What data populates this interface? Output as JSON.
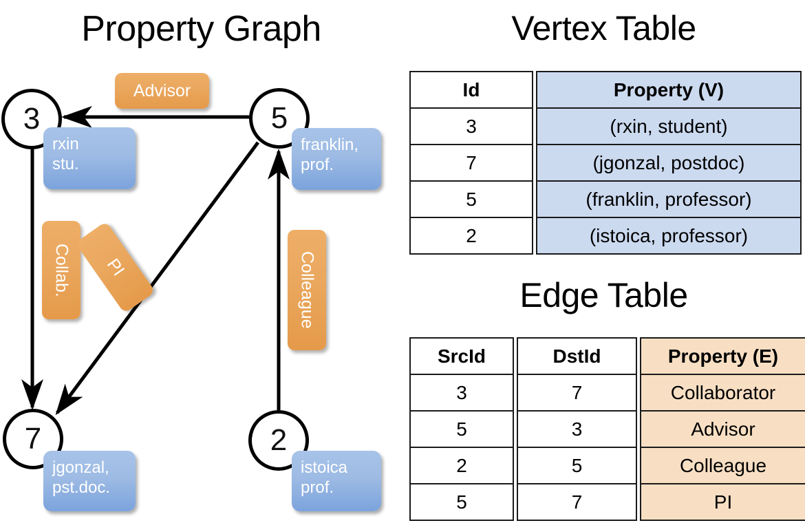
{
  "titles": {
    "property_graph": "Property Graph",
    "vertex_table": "Vertex Table",
    "edge_table": "Edge Table"
  },
  "graph": {
    "nodes": [
      {
        "id": "3",
        "label": "3",
        "property_lines": [
          "rxin",
          "stu."
        ]
      },
      {
        "id": "5",
        "label": "5",
        "property_lines": [
          "franklin,",
          "prof."
        ]
      },
      {
        "id": "7",
        "label": "7",
        "property_lines": [
          "jgonzal,",
          "pst.doc."
        ]
      },
      {
        "id": "2",
        "label": "2",
        "property_lines": [
          "istoica",
          "prof."
        ]
      }
    ],
    "edge_labels": [
      {
        "name": "advisor",
        "text": "Advisor",
        "orientation": "horizontal"
      },
      {
        "name": "collab",
        "text": "Collab.",
        "orientation": "vertical"
      },
      {
        "name": "pi",
        "text": "PI",
        "orientation": "rotated"
      },
      {
        "name": "colleague",
        "text": "Colleague",
        "orientation": "vertical"
      }
    ]
  },
  "vertex_table": {
    "columns": [
      "Id",
      "Property (V)"
    ],
    "rows": [
      {
        "id": "3",
        "property": "(rxin, student)"
      },
      {
        "id": "7",
        "property": "(jgonzal, postdoc)"
      },
      {
        "id": "5",
        "property": "(franklin, professor)"
      },
      {
        "id": "2",
        "property": "(istoica, professor)"
      }
    ]
  },
  "edge_table": {
    "columns": [
      "SrcId",
      "DstId",
      "Property (E)"
    ],
    "rows": [
      {
        "src": "3",
        "dst": "7",
        "property": "Collaborator"
      },
      {
        "src": "5",
        "dst": "3",
        "property": "Advisor"
      },
      {
        "src": "2",
        "dst": "5",
        "property": "Colleague"
      },
      {
        "src": "5",
        "dst": "7",
        "property": "PI"
      }
    ]
  },
  "colors": {
    "vertex_property_fill": "#ccdaf0",
    "edge_property_fill": "#f8dfc3",
    "node_box_blue": "#8fb3e0",
    "edge_label_orange": "#eaa85f",
    "stroke": "#000000",
    "background": "#ffffff"
  }
}
